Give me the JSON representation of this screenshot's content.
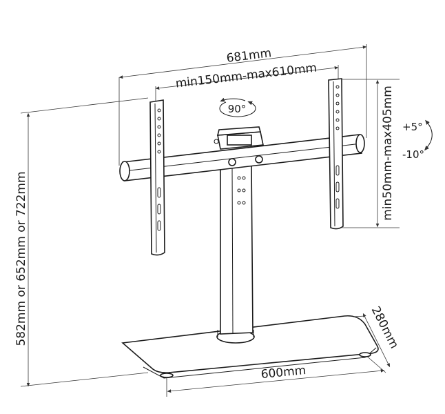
{
  "dimensions": {
    "overall_width": "681mm",
    "vesa_width": "min150mm-max610mm",
    "vesa_height": "min50mm-max405mm",
    "height_options": "582mm or 652mm or 722mm",
    "base_width": "600mm",
    "base_depth": "280mm"
  },
  "rotation": {
    "swivel": "90°",
    "tilt_up": "+5°",
    "tilt_down": "-10°"
  },
  "colors": {
    "line": "#1a1a1a",
    "background": "#ffffff"
  }
}
